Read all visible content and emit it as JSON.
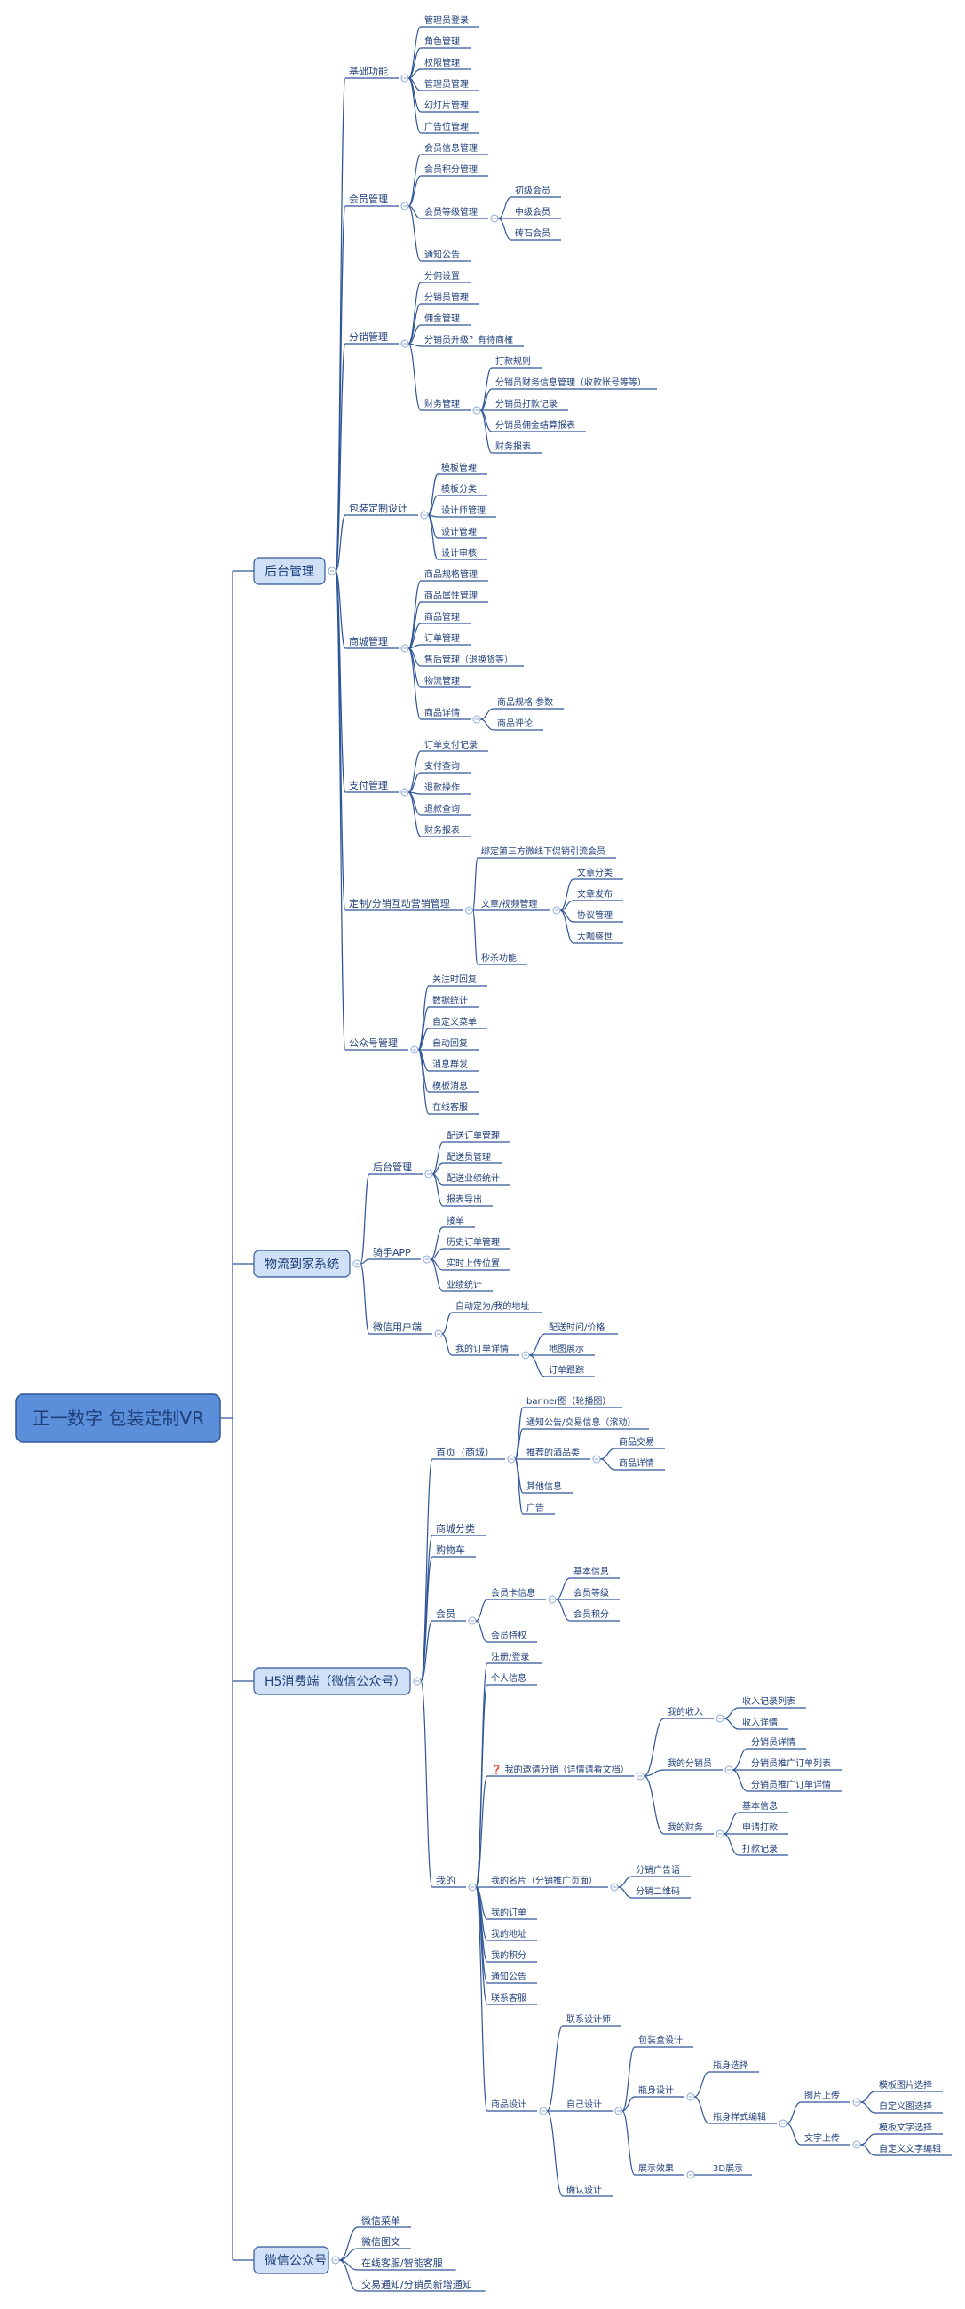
{
  "root": {
    "label": "正一数字  包装定制VR"
  },
  "branches": [
    {
      "label": "后台管理",
      "children": [
        {
          "label": "基础功能",
          "children": [
            {
              "label": "管理员登录"
            },
            {
              "label": "角色管理"
            },
            {
              "label": "权限管理"
            },
            {
              "label": "管理员管理"
            },
            {
              "label": "幻灯片管理"
            },
            {
              "label": "广告位管理"
            }
          ]
        },
        {
          "label": "会员管理",
          "children": [
            {
              "label": "会员信息管理"
            },
            {
              "label": "会员积分管理"
            },
            {
              "label": "会员等级管理",
              "children": [
                {
                  "label": "初级会员"
                },
                {
                  "label": "中级会员"
                },
                {
                  "label": "砖石会员"
                }
              ]
            },
            {
              "label": "通知公告"
            }
          ]
        },
        {
          "label": "分销管理",
          "children": [
            {
              "label": "分佣设置"
            },
            {
              "label": "分销员管理"
            },
            {
              "label": "佣金管理"
            },
            {
              "label": "分销员升级？有待商榷"
            },
            {
              "label": "财务管理",
              "children": [
                {
                  "label": "打款规则"
                },
                {
                  "label": "分销员财务信息管理（收款账号等等）"
                },
                {
                  "label": "分销员打款记录"
                },
                {
                  "label": "分销员佣金结算报表"
                },
                {
                  "label": "财务报表"
                }
              ]
            }
          ]
        },
        {
          "label": "包装定制设计",
          "children": [
            {
              "label": "模板管理"
            },
            {
              "label": "模板分类"
            },
            {
              "label": "设计师管理"
            },
            {
              "label": "设计管理"
            },
            {
              "label": "设计审核"
            }
          ]
        },
        {
          "label": "商城管理",
          "children": [
            {
              "label": "商品规格管理"
            },
            {
              "label": "商品属性管理"
            },
            {
              "label": "商品管理"
            },
            {
              "label": "订单管理"
            },
            {
              "label": "售后管理（退换货等）"
            },
            {
              "label": "物流管理"
            },
            {
              "label": "商品详情",
              "children": [
                {
                  "label": "商品规格 参数"
                },
                {
                  "label": "商品评论"
                }
              ]
            }
          ]
        },
        {
          "label": "支付管理",
          "children": [
            {
              "label": "订单支付记录"
            },
            {
              "label": "支付查询"
            },
            {
              "label": "退款操作"
            },
            {
              "label": "退款查询"
            },
            {
              "label": "财务报表"
            }
          ]
        },
        {
          "label": "定制/分销互动营销管理",
          "children": [
            {
              "label": "绑定第三方微线下促销引流会员"
            },
            {
              "label": "文章/视频管理",
              "children": [
                {
                  "label": "文章分类"
                },
                {
                  "label": "文章发布"
                },
                {
                  "label": "协议管理"
                },
                {
                  "label": "大咖盛世"
                }
              ]
            },
            {
              "label": "秒杀功能"
            }
          ]
        },
        {
          "label": "公众号管理",
          "children": [
            {
              "label": "关注时回复"
            },
            {
              "label": "数据统计"
            },
            {
              "label": "自定义菜单"
            },
            {
              "label": "自动回复"
            },
            {
              "label": "消息群发"
            },
            {
              "label": "模板消息"
            },
            {
              "label": "在线客服"
            }
          ]
        }
      ]
    },
    {
      "label": "物流到家系统",
      "children": [
        {
          "label": "后台管理",
          "children": [
            {
              "label": "配送订单管理"
            },
            {
              "label": "配送员管理"
            },
            {
              "label": "配送业绩统计"
            },
            {
              "label": "报表导出"
            }
          ]
        },
        {
          "label": "骑手APP",
          "children": [
            {
              "label": "接单"
            },
            {
              "label": "历史订单管理"
            },
            {
              "label": "实时上传位置"
            },
            {
              "label": "业绩统计"
            }
          ]
        },
        {
          "label": "微信用户端",
          "children": [
            {
              "label": "自动定为/我的地址"
            },
            {
              "label": "我的订单详情",
              "children": [
                {
                  "label": "配送时间/价格"
                },
                {
                  "label": "地图展示"
                },
                {
                  "label": "订单跟踪"
                }
              ]
            }
          ]
        }
      ]
    },
    {
      "label": "H5消费端（微信公众号）",
      "children": [
        {
          "label": "首页（商城）",
          "children": [
            {
              "label": "banner图（轮播图）"
            },
            {
              "label": "通知公告/交易信息（滚动）"
            },
            {
              "label": "推荐的酒品类",
              "children": [
                {
                  "label": "商品交易"
                },
                {
                  "label": "商品详情"
                }
              ]
            },
            {
              "label": "其他信息"
            },
            {
              "label": "广告"
            }
          ]
        },
        {
          "label": "商城分类"
        },
        {
          "label": "购物车"
        },
        {
          "label": "会员",
          "children": [
            {
              "label": "会员卡信息",
              "children": [
                {
                  "label": "基本信息"
                },
                {
                  "label": "会员等级"
                },
                {
                  "label": "会员积分"
                }
              ]
            },
            {
              "label": "会员特权"
            }
          ]
        },
        {
          "label": "我的",
          "children": [
            {
              "label": "注册/登录"
            },
            {
              "label": "个人信息"
            },
            {
              "label": "❓ 我的邀请分销（详情请看文档）",
              "children": [
                {
                  "label": "我的收入",
                  "children": [
                    {
                      "label": "收入记录列表"
                    },
                    {
                      "label": "收入详情"
                    }
                  ]
                },
                {
                  "label": "我的分销员",
                  "children": [
                    {
                      "label": "分销员详情"
                    },
                    {
                      "label": "分销员推广订单列表"
                    },
                    {
                      "label": "分销员推广订单详情"
                    }
                  ]
                },
                {
                  "label": "我的财务",
                  "children": [
                    {
                      "label": "基本信息"
                    },
                    {
                      "label": "申请打款"
                    },
                    {
                      "label": "打款记录"
                    }
                  ]
                }
              ]
            },
            {
              "label": "我的名片（分销推广页面）",
              "children": [
                {
                  "label": "分销广告语"
                },
                {
                  "label": "分销二维码"
                }
              ]
            },
            {
              "label": "我的订单"
            },
            {
              "label": "我的地址"
            },
            {
              "label": "我的积分"
            },
            {
              "label": "通知公告"
            },
            {
              "label": "联系客服"
            },
            {
              "label": "商品设计",
              "children": [
                {
                  "label": "联系设计师"
                },
                {
                  "label": "自己设计",
                  "children": [
                    {
                      "label": "包装盒设计"
                    },
                    {
                      "label": "瓶身设计",
                      "children": [
                        {
                          "label": "瓶身选择"
                        },
                        {
                          "label": "瓶身样式编辑",
                          "children": [
                            {
                              "label": "图片上传",
                              "children": [
                                {
                                  "label": "模板图片选择"
                                },
                                {
                                  "label": "自定义图选择"
                                }
                              ]
                            },
                            {
                              "label": "文字上传",
                              "children": [
                                {
                                  "label": "模板文字选择"
                                },
                                {
                                  "label": "自定义文字编辑"
                                }
                              ]
                            }
                          ]
                        }
                      ]
                    },
                    {
                      "label": "展示效果",
                      "children": [
                        {
                          "label": "3D展示"
                        }
                      ]
                    }
                  ]
                },
                {
                  "label": "确认设计"
                }
              ]
            }
          ]
        }
      ]
    },
    {
      "label": "微信公众号",
      "children": [
        {
          "label": "微信菜单"
        },
        {
          "label": "微信图文"
        },
        {
          "label": "在线客服/智能客服"
        },
        {
          "label": "交易通知/分销员新增通知"
        }
      ]
    }
  ]
}
